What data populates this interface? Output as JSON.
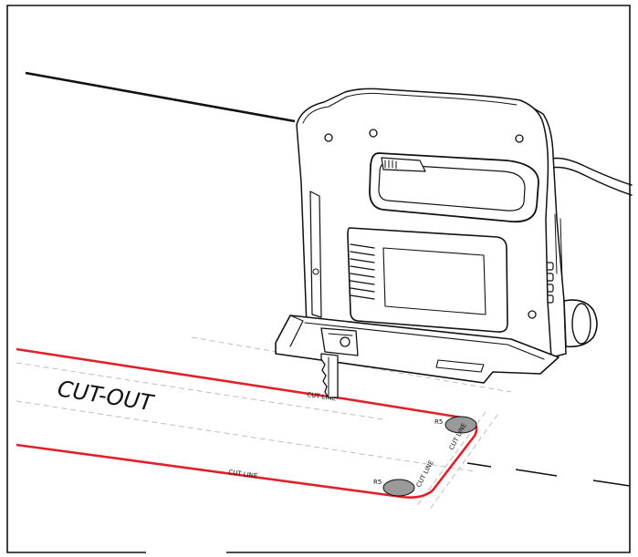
{
  "labels": {
    "cut_out": "CUT-OUT",
    "cut_line_top": "CUT LINE",
    "cut_line_bottom": "CUT LINE",
    "cut_line_right_upper": "CUT LINE",
    "cut_line_right_lower": "CUT LINE",
    "radius_top": "R5",
    "radius_bottom": "R5"
  },
  "colors": {
    "cut_line": "#e0202a",
    "ink": "#111111",
    "drill_hole": "#9a9a9a",
    "guide_dash": "#bdbdbd"
  }
}
